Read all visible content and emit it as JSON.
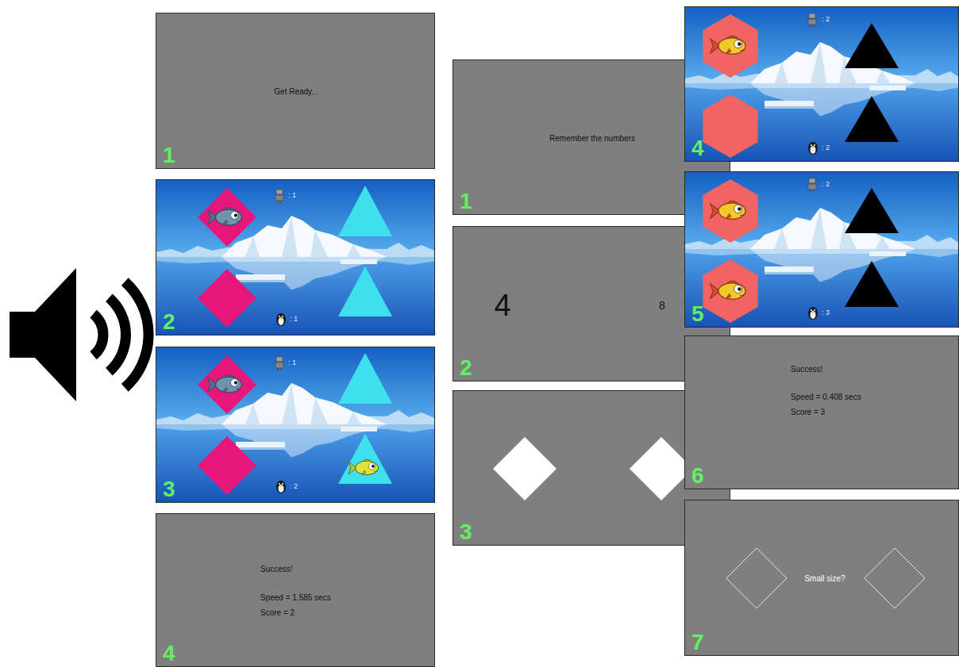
{
  "diagram": {
    "nodes": [
      {
        "text": [
          "Get Ready...",
          "1"
        ]
      },
      {
        "text": [
          ": 1",
          ": 1",
          "2"
        ]
      },
      {
        "text": [
          ": 1",
          ": 2",
          "3"
        ]
      },
      {
        "text": [
          "Success!",
          "Speed = 1.585 secs",
          "Score = 2",
          "4"
        ]
      },
      {
        "text": [
          "Remember the numbers",
          "1"
        ]
      },
      {
        "text": [
          "4",
          "8",
          "2"
        ]
      },
      {
        "text": [
          "3"
        ]
      },
      {
        "text": [
          ": 2",
          ": 2",
          "4"
        ]
      },
      {
        "text": [
          ": 2",
          ": 3",
          "5"
        ]
      },
      {
        "text": [
          "Success!",
          "Speed = 0.408 secs",
          "Score = 3",
          "6"
        ]
      },
      {
        "text": [
          "Small size?",
          "7"
        ]
      }
    ]
  }
}
